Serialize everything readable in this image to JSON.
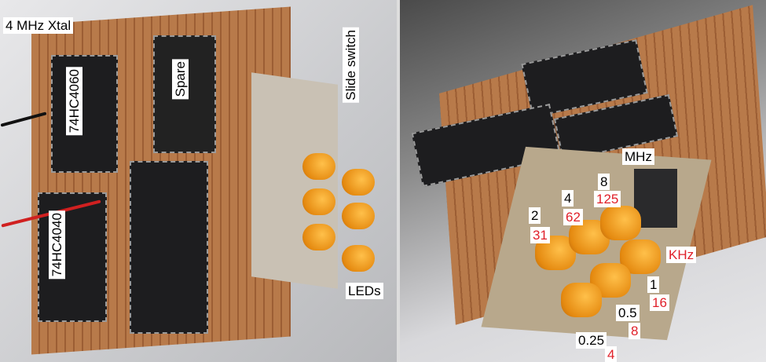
{
  "left_photo": {
    "labels": {
      "xtal": "4 MHz Xtal",
      "chip_4060": "74HC4060",
      "spare": "Spare",
      "slide_switch": "Slide switch",
      "chip_4040": "74HC4040",
      "leds": "LEDs"
    }
  },
  "right_photo": {
    "labels": {
      "mhz": "MHz",
      "khz": "KHz",
      "led_values": [
        {
          "mhz": "8",
          "khz": "125"
        },
        {
          "mhz": "4",
          "khz": "62"
        },
        {
          "mhz": "2",
          "khz": "31"
        },
        {
          "mhz": "1",
          "khz": "16"
        },
        {
          "mhz": "0.5",
          "khz": "8"
        },
        {
          "mhz": "0.25",
          "khz": "4"
        }
      ]
    }
  },
  "colors": {
    "board": "#b87a4a",
    "led": "#e58a10",
    "label_red": "#e0202a"
  }
}
